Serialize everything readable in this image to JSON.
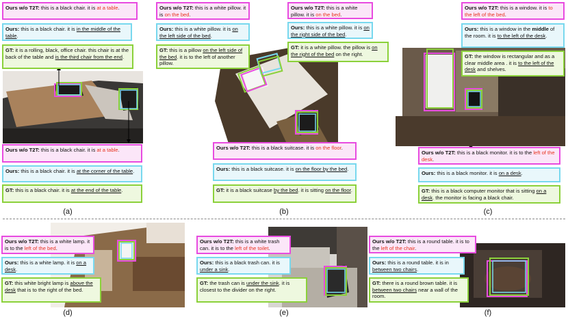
{
  "panels": [
    {
      "id": "a",
      "caption": "(a)",
      "boxes": [
        {
          "kind": "pink",
          "segs": [
            [
              "b",
              "Ours w/o T2T:"
            ],
            [
              "n",
              " this is a black chair. it is "
            ],
            [
              "r",
              "at a table"
            ],
            [
              "n",
              "."
            ]
          ]
        },
        {
          "kind": "cyan",
          "segs": [
            [
              "b",
              "Ours:"
            ],
            [
              "n",
              " this is a black chair. it is "
            ],
            [
              "u",
              "in the middle of the table"
            ],
            [
              "n",
              "."
            ]
          ]
        },
        {
          "kind": "green",
          "segs": [
            [
              "b",
              "GT:"
            ],
            [
              "n",
              " it is a rolling, black, office chair. this chair is at the back of the table and "
            ],
            [
              "u",
              "is the third chair from the end"
            ],
            [
              "n",
              "."
            ]
          ]
        },
        {
          "kind": "pink",
          "segs": [
            [
              "b",
              "Ours w/o T2T:"
            ],
            [
              "n",
              " this is a black chair. it is "
            ],
            [
              "r",
              "at a table"
            ],
            [
              "n",
              "."
            ]
          ]
        },
        {
          "kind": "cyan",
          "segs": [
            [
              "b",
              "Ours:"
            ],
            [
              "n",
              " this is a black chair. it is "
            ],
            [
              "u",
              "at the corner of the table"
            ],
            [
              "n",
              "."
            ]
          ]
        },
        {
          "kind": "green",
          "segs": [
            [
              "b",
              "GT:"
            ],
            [
              "n",
              " this is a black chair. it is "
            ],
            [
              "u",
              "at the end of the table"
            ],
            [
              "n",
              "."
            ]
          ]
        }
      ]
    },
    {
      "id": "b",
      "caption": "(b)",
      "boxes": [
        {
          "kind": "pink",
          "segs": [
            [
              "b",
              "Ours w/o T2T:"
            ],
            [
              "n",
              " this is a white pillow. it is "
            ],
            [
              "r",
              "on the bed"
            ],
            [
              "n",
              "."
            ]
          ]
        },
        {
          "kind": "cyan",
          "segs": [
            [
              "b",
              "Ours:"
            ],
            [
              "n",
              " this is a white pillow. it is "
            ],
            [
              "u",
              "on the left side of the bed"
            ],
            [
              "n",
              "."
            ]
          ]
        },
        {
          "kind": "green",
          "segs": [
            [
              "b",
              "GT:"
            ],
            [
              "n",
              " this is a pillow "
            ],
            [
              "u",
              "on the left side of the bed"
            ],
            [
              "n",
              ". it is to the left of another pillow."
            ]
          ]
        },
        {
          "kind": "pink",
          "segs": [
            [
              "b",
              "Ours w/o T2T:"
            ],
            [
              "n",
              " this is a white pillow. it is "
            ],
            [
              "r",
              "on the bed"
            ],
            [
              "n",
              "."
            ]
          ]
        },
        {
          "kind": "cyan",
          "segs": [
            [
              "b",
              "Ours:"
            ],
            [
              "n",
              " this is a white pillow. it is "
            ],
            [
              "u",
              "on the right side of the bed"
            ],
            [
              "n",
              "."
            ]
          ]
        },
        {
          "kind": "green",
          "segs": [
            [
              "b",
              "GT:"
            ],
            [
              "n",
              " it is a white pillow. the pillow is "
            ],
            [
              "u",
              "on the right of the bed"
            ],
            [
              "n",
              " on the right."
            ]
          ]
        },
        {
          "kind": "pink",
          "segs": [
            [
              "b",
              "Ours w/o T2T:"
            ],
            [
              "n",
              " this is a black suitcase. it is "
            ],
            [
              "r",
              "on the floor"
            ],
            [
              "n",
              "."
            ]
          ]
        },
        {
          "kind": "cyan",
          "segs": [
            [
              "b",
              "Ours:"
            ],
            [
              "n",
              " this is a black suitcase. it is "
            ],
            [
              "u",
              "on the floor by the bed"
            ],
            [
              "n",
              "."
            ]
          ]
        },
        {
          "kind": "green",
          "segs": [
            [
              "b",
              "GT:"
            ],
            [
              "n",
              " it is a black suitcase "
            ],
            [
              "u",
              "by the bed"
            ],
            [
              "n",
              ". it is sitting "
            ],
            [
              "u",
              "on the floor"
            ],
            [
              "n",
              "."
            ]
          ]
        }
      ]
    },
    {
      "id": "c",
      "caption": "(c)",
      "boxes": [
        {
          "kind": "pink",
          "segs": [
            [
              "b",
              "Ours w/o T2T:"
            ],
            [
              "n",
              " this is a window. it is "
            ],
            [
              "r",
              "to the left of the bed"
            ],
            [
              "n",
              "."
            ]
          ]
        },
        {
          "kind": "cyan",
          "segs": [
            [
              "b",
              "Ours:"
            ],
            [
              "n",
              " this is a window in the "
            ],
            [
              "b",
              "middle"
            ],
            [
              "n",
              " of the room. it is "
            ],
            [
              "u",
              "to the left of the desk"
            ],
            [
              "n",
              "."
            ]
          ]
        },
        {
          "kind": "green",
          "segs": [
            [
              "b",
              "GT:"
            ],
            [
              "n",
              " the window is rectangular and as a clear middle area . it is "
            ],
            [
              "u",
              "to the left of the desk"
            ],
            [
              "n",
              " and shelves."
            ]
          ]
        },
        {
          "kind": "pink",
          "segs": [
            [
              "b",
              "Ours w/o T2T:"
            ],
            [
              "n",
              " this is a black monitor. it is to the "
            ],
            [
              "r",
              "left of the desk"
            ],
            [
              "n",
              "."
            ]
          ]
        },
        {
          "kind": "cyan",
          "segs": [
            [
              "b",
              "Ours:"
            ],
            [
              "n",
              " this is a black monitor. it is "
            ],
            [
              "u",
              "on a desk"
            ],
            [
              "n",
              "."
            ]
          ]
        },
        {
          "kind": "green",
          "segs": [
            [
              "b",
              "GT:"
            ],
            [
              "n",
              " this is a black computer monitor that is sitting "
            ],
            [
              "u",
              "on a desk"
            ],
            [
              "n",
              ". the monitor is facing a black chair."
            ]
          ]
        }
      ]
    },
    {
      "id": "d",
      "caption": "(d)",
      "boxes": [
        {
          "kind": "pink",
          "segs": [
            [
              "b",
              "Ours w/o T2T:"
            ],
            [
              "n",
              " this is a white lamp. it is to the "
            ],
            [
              "r",
              "left of the bed"
            ],
            [
              "n",
              "."
            ]
          ]
        },
        {
          "kind": "cyan",
          "segs": [
            [
              "b",
              "Ours:"
            ],
            [
              "n",
              " this is a white lamp. it is "
            ],
            [
              "u",
              "on a desk"
            ],
            [
              "n",
              "."
            ]
          ]
        },
        {
          "kind": "green",
          "segs": [
            [
              "b",
              "GT:"
            ],
            [
              "n",
              " this white bright lamp is "
            ],
            [
              "u",
              "above the desk"
            ],
            [
              "n",
              " that is to the right of the bed."
            ]
          ]
        }
      ]
    },
    {
      "id": "e",
      "caption": "(e)",
      "boxes": [
        {
          "kind": "pink",
          "segs": [
            [
              "b",
              "Ours w/o T2T:"
            ],
            [
              "n",
              " this is a white trash can. it is to the "
            ],
            [
              "r",
              "left of the toilet"
            ],
            [
              "n",
              "."
            ]
          ]
        },
        {
          "kind": "cyan",
          "segs": [
            [
              "b",
              "Ours:"
            ],
            [
              "n",
              " this is a black trash can. it is "
            ],
            [
              "u",
              "under a sink"
            ],
            [
              "n",
              "."
            ]
          ]
        },
        {
          "kind": "green",
          "segs": [
            [
              "b",
              "GT:"
            ],
            [
              "n",
              " the trash can is "
            ],
            [
              "u",
              "under the sink"
            ],
            [
              "n",
              ". it is closest to the divider on the right."
            ]
          ]
        }
      ]
    },
    {
      "id": "f",
      "caption": "(f)",
      "boxes": [
        {
          "kind": "pink",
          "segs": [
            [
              "b",
              "Ours w/o T2T:"
            ],
            [
              "n",
              " this is a round table. it is to the "
            ],
            [
              "r",
              "left of the chair"
            ],
            [
              "n",
              "."
            ]
          ]
        },
        {
          "kind": "cyan",
          "segs": [
            [
              "b",
              "Ours:"
            ],
            [
              "n",
              " this is a round table. it is in "
            ],
            [
              "u",
              "between two chairs"
            ],
            [
              "n",
              "."
            ]
          ]
        },
        {
          "kind": "green",
          "segs": [
            [
              "b",
              "GT:"
            ],
            [
              "n",
              " there is a round brown table. it is "
            ],
            [
              "u",
              "between two chairs"
            ],
            [
              "n",
              " near a wall of the room."
            ]
          ]
        }
      ]
    }
  ],
  "colors": {
    "ours_wo_t2t": "#e84be0",
    "ours": "#78d8ee",
    "gt": "#8bd13a",
    "error_text": "#e8331e"
  }
}
